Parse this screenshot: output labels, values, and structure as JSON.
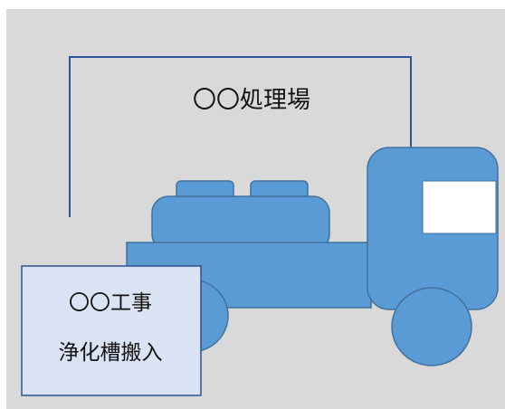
{
  "facility_label": "〇〇処理場",
  "sign": {
    "line1": "〇〇工事",
    "line2": "浄化槽搬入"
  },
  "colors": {
    "background": "#d9d9d9",
    "truck_fill": "#5b9bd5",
    "truck_stroke": "#41719c",
    "sign_fill": "#dae3f3",
    "sign_stroke": "#2f528f",
    "boundary_line": "#2f5597",
    "window": "#ffffff"
  }
}
